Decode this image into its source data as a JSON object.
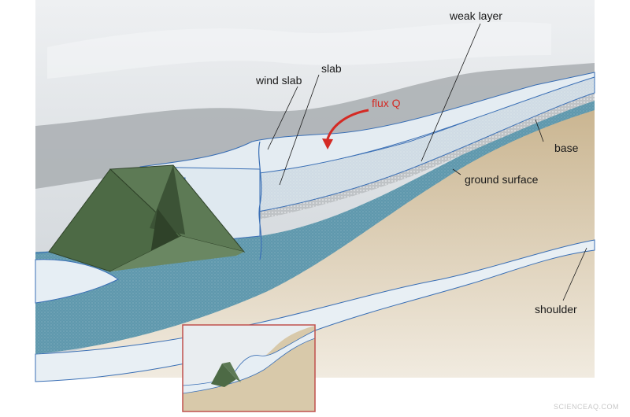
{
  "labels": {
    "weak_layer": "weak layer",
    "slab": "slab",
    "wind_slab": "wind slab",
    "flux": "flux Q",
    "base": "base",
    "ground_surface": "ground surface",
    "shoulder": "shoulder"
  },
  "watermark": "SCIENCEAQ.COM",
  "colors": {
    "flux_arrow": "#d42a24",
    "inset_border": "#c0504d",
    "tent": "#4d6a45",
    "base_layer": "#5f98ad",
    "ground": "#d7c8a8",
    "sky": "#d8dcdf",
    "snow": "#e6eef4"
  },
  "icons": [
    "tent-icon",
    "inset-tent-icon"
  ]
}
